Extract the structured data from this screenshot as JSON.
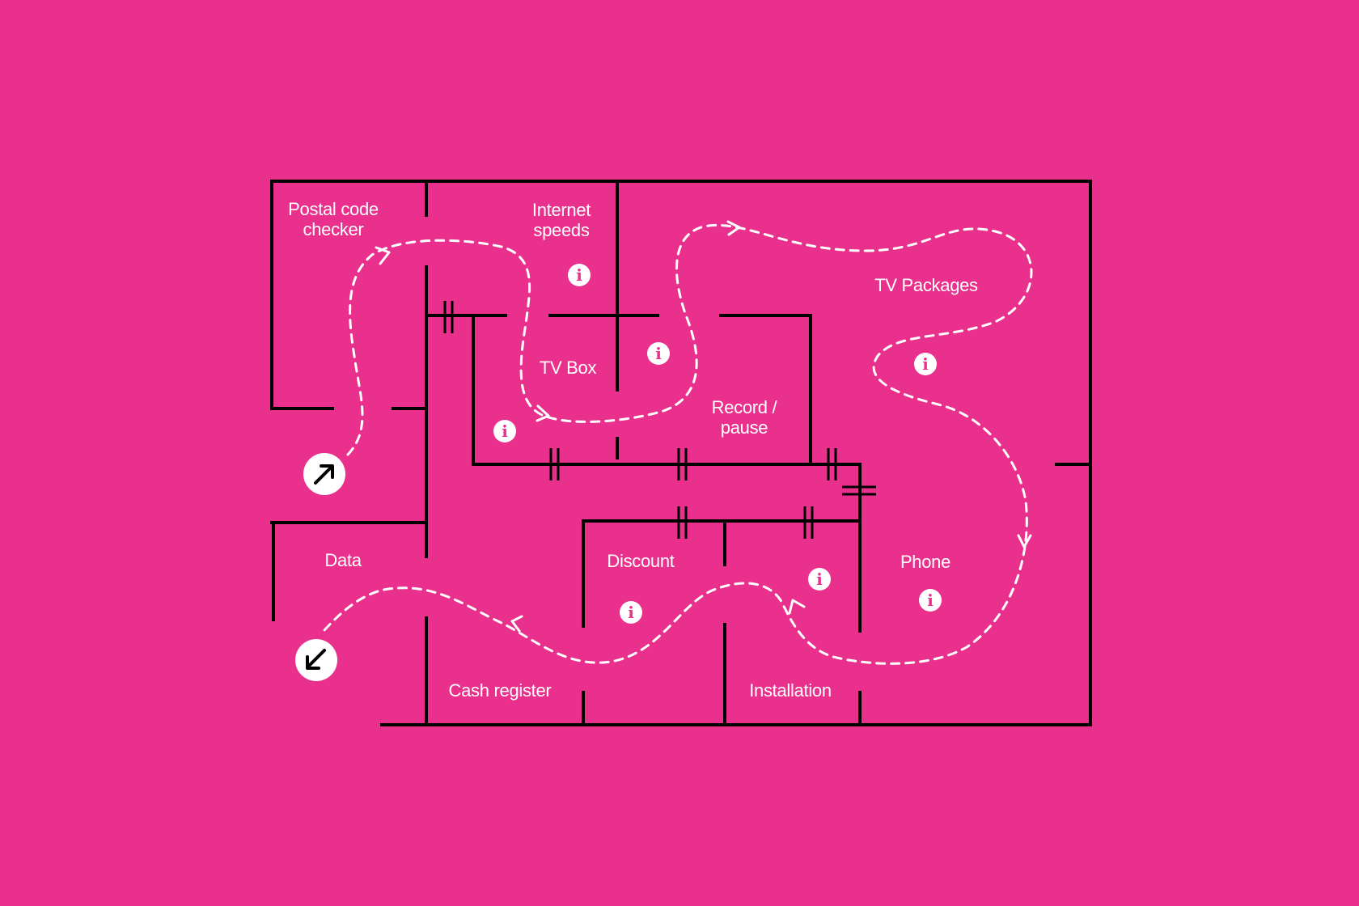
{
  "colors": {
    "background": "#e8308c",
    "walls": "#000000",
    "path": "#ffffff",
    "icon_fill": "#ffffff"
  },
  "rooms": {
    "postal_code_checker": [
      "Postal code",
      "checker"
    ],
    "internet_speeds": [
      "Internet",
      "speeds"
    ],
    "tv_packages": "TV Packages",
    "tv_box": "TV Box",
    "record_pause": [
      "Record /",
      "pause"
    ],
    "data": "Data",
    "discount": "Discount",
    "phone": "Phone",
    "cash_register": "Cash register",
    "installation": "Installation"
  },
  "icons": {
    "info": "i",
    "start": "arrow-up-right-icon",
    "end": "arrow-down-left-icon"
  }
}
